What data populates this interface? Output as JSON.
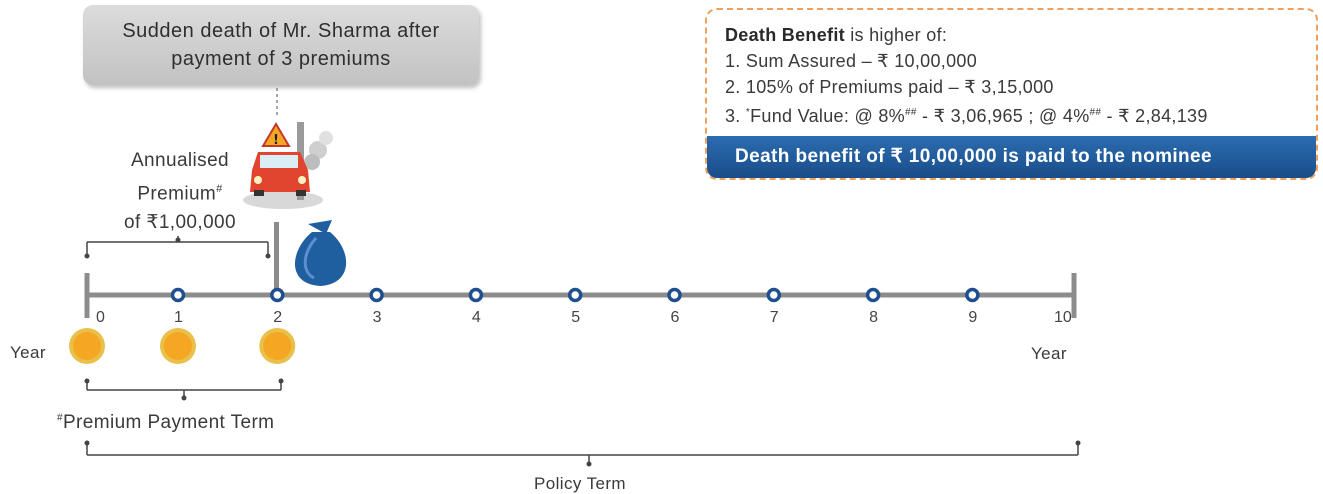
{
  "event": {
    "line1": "Sudden death of Mr. Sharma after",
    "line2": "payment of 3 premiums"
  },
  "benefit": {
    "heading_bold": "Death Benefit",
    "heading_rest": " is higher of:",
    "item1": "1. Sum Assured – ₹ 10,00,000",
    "item2": "2. 105% of Premiums paid – ₹ 3,15,000",
    "item3_prefix": "3. ",
    "item3_star": "*",
    "item3_a": "Fund Value: @ 8%",
    "item3_b": " - ₹ 3,06,965 ; @ 4%",
    "item3_c": " - ₹ 2,84,139",
    "hash_mark": "##",
    "banner": "Death benefit of ₹ 10,00,000 is paid to the nominee"
  },
  "premium": {
    "line1": "Annualised",
    "line2": "Premium",
    "line2_mark": "#",
    "line3": "of ₹1,00,000"
  },
  "timeline": {
    "ticks": [
      "0",
      "1",
      "2",
      "3",
      "4",
      "5",
      "6",
      "7",
      "8",
      "9",
      "10"
    ],
    "left_label": "Year",
    "right_label": "Year"
  },
  "ppt": {
    "mark": "#",
    "label": "Premium Payment Term"
  },
  "policy_term": {
    "label": "Policy Term"
  },
  "colors": {
    "axis": "#8c8c8c",
    "node": "#1f4f8f",
    "coin": "#f5a623",
    "coin_edge": "#e8c04a",
    "bag": "#1f5fa0",
    "banner": "#1a4d8a",
    "dash": "#f0a05a"
  },
  "icons": [
    "car-crash-icon",
    "money-bag-icon",
    "coin-icon"
  ]
}
